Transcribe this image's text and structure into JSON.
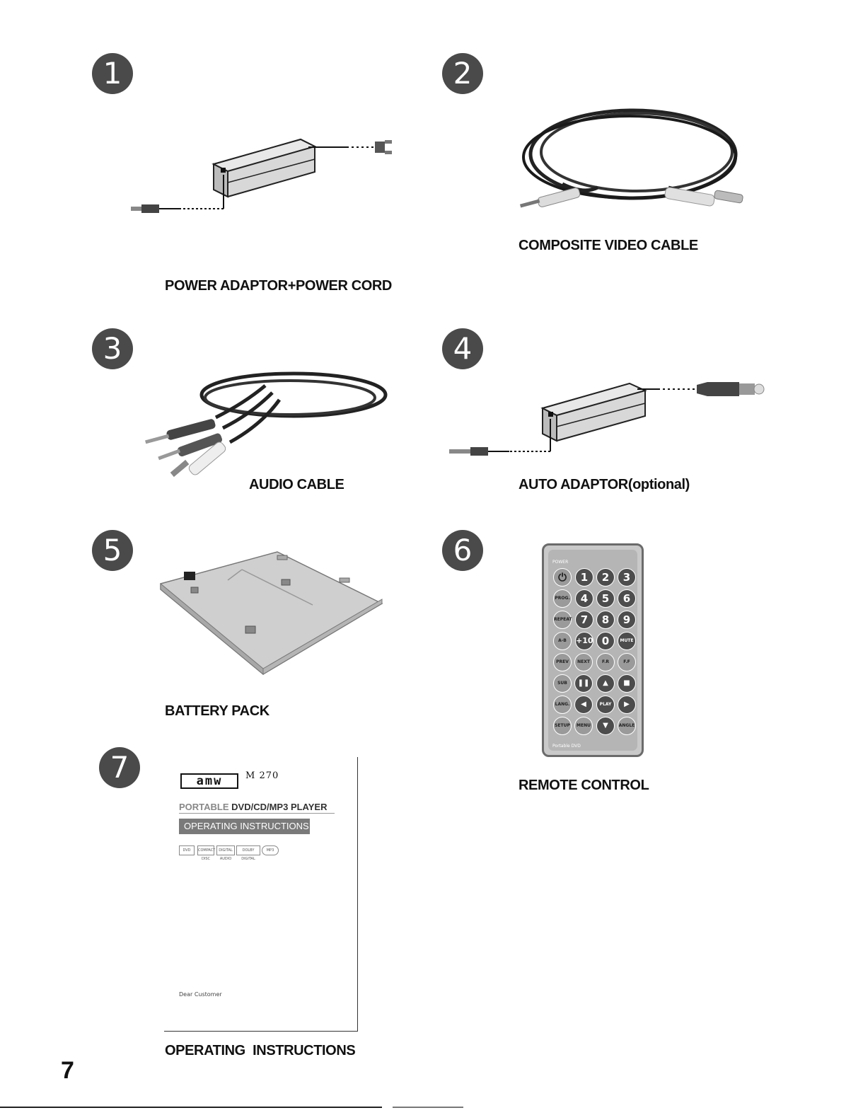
{
  "page": {
    "number": "7"
  },
  "items": [
    {
      "num": "1",
      "label": "POWER ADAPTOR+POWER CORD"
    },
    {
      "num": "2",
      "label": "COMPOSITE VIDEO CABLE"
    },
    {
      "num": "3",
      "label": "AUDIO CABLE"
    },
    {
      "num": "4",
      "label": "AUTO ADAPTOR(optional)"
    },
    {
      "num": "5",
      "label": "BATTERY PACK"
    },
    {
      "num": "6",
      "label": "REMOTE CONTROL"
    },
    {
      "num": "7",
      "label": "OPERATING  INSTRUCTIONS"
    }
  ],
  "remote": {
    "power": "POWER",
    "digits": [
      "1",
      "2",
      "3",
      "4",
      "5",
      "6",
      "7",
      "8",
      "9",
      "+10",
      "0"
    ],
    "side": [
      "PROG.",
      "REPEAT",
      "A-B"
    ],
    "mute": "MUTE",
    "transport": [
      "PREV",
      "NEXT",
      "F.R",
      "F.F"
    ],
    "subtitle": "SUB TITLE",
    "lang": "LANG.",
    "setup": "SETUP",
    "menu": "MENU",
    "play": "PLAY",
    "angle": "ANGLE",
    "footer": "Portable DVD"
  },
  "manual": {
    "logo": "amw",
    "model": "M 270",
    "product_light": "PORTABLE ",
    "product_bold": "DVD/CD/MP3 PLAYER",
    "title": "OPERATING  INSTRUCTIONS",
    "logos": [
      "DVD",
      "COMPACT DISC",
      "DIGITAL AUDIO",
      "DOLBY DIGITAL",
      "MP3"
    ],
    "letter_greeting": "Dear Customer"
  }
}
